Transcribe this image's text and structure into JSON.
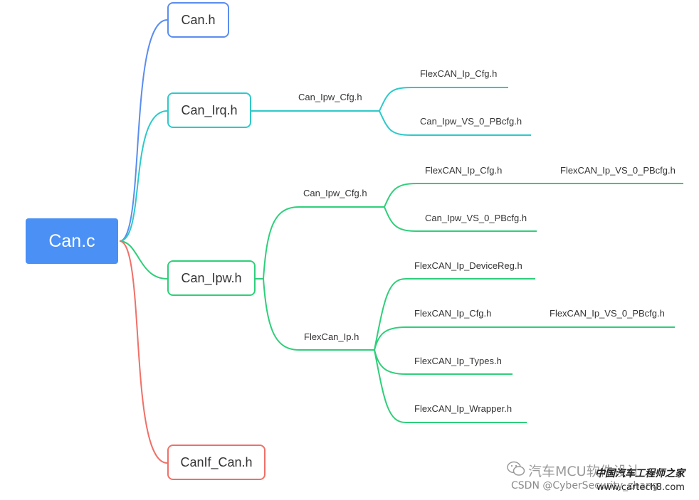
{
  "root": {
    "label": "Can.c",
    "color": "#4a90f5"
  },
  "branches": {
    "can_h": {
      "label": "Can.h",
      "color": "#5b8def"
    },
    "can_irq": {
      "label": "Can_Irq.h",
      "color": "#2ec9c9",
      "child": {
        "label": "Can_Ipw_Cfg.h",
        "children": [
          "FlexCAN_Ip_Cfg.h",
          "Can_Ipw_VS_0_PBcfg.h"
        ]
      }
    },
    "can_ipw": {
      "label": "Can_Ipw.h",
      "color": "#2ecf7a",
      "cfg": {
        "label": "Can_Ipw_Cfg.h",
        "flexcan_cfg": "FlexCAN_Ip_Cfg.h",
        "flexcan_pbcfg": "FlexCAN_Ip_VS_0_PBcfg.h",
        "ipw_pbcfg": "Can_Ipw_VS_0_PBcfg.h"
      },
      "ip": {
        "label": "FlexCan_Ip.h",
        "device_reg": "FlexCAN_Ip_DeviceReg.h",
        "flexcan_cfg": "FlexCAN_Ip_Cfg.h",
        "flexcan_pbcfg": "FlexCAN_Ip_VS_0_PBcfg.h",
        "types": "FlexCAN_Ip_Types.h",
        "wrapper": "FlexCAN_Ip_Wrapper.h"
      }
    },
    "canif": {
      "label": "CanIf_Can.h",
      "color": "#f07068"
    }
  },
  "watermark": {
    "wechat": "汽车MCU软件设计",
    "csdn": "CSDN @CyberSecurity_zhang",
    "site_cn": "中国汽车工程师之家",
    "site_url": "www.cartech8.com"
  }
}
